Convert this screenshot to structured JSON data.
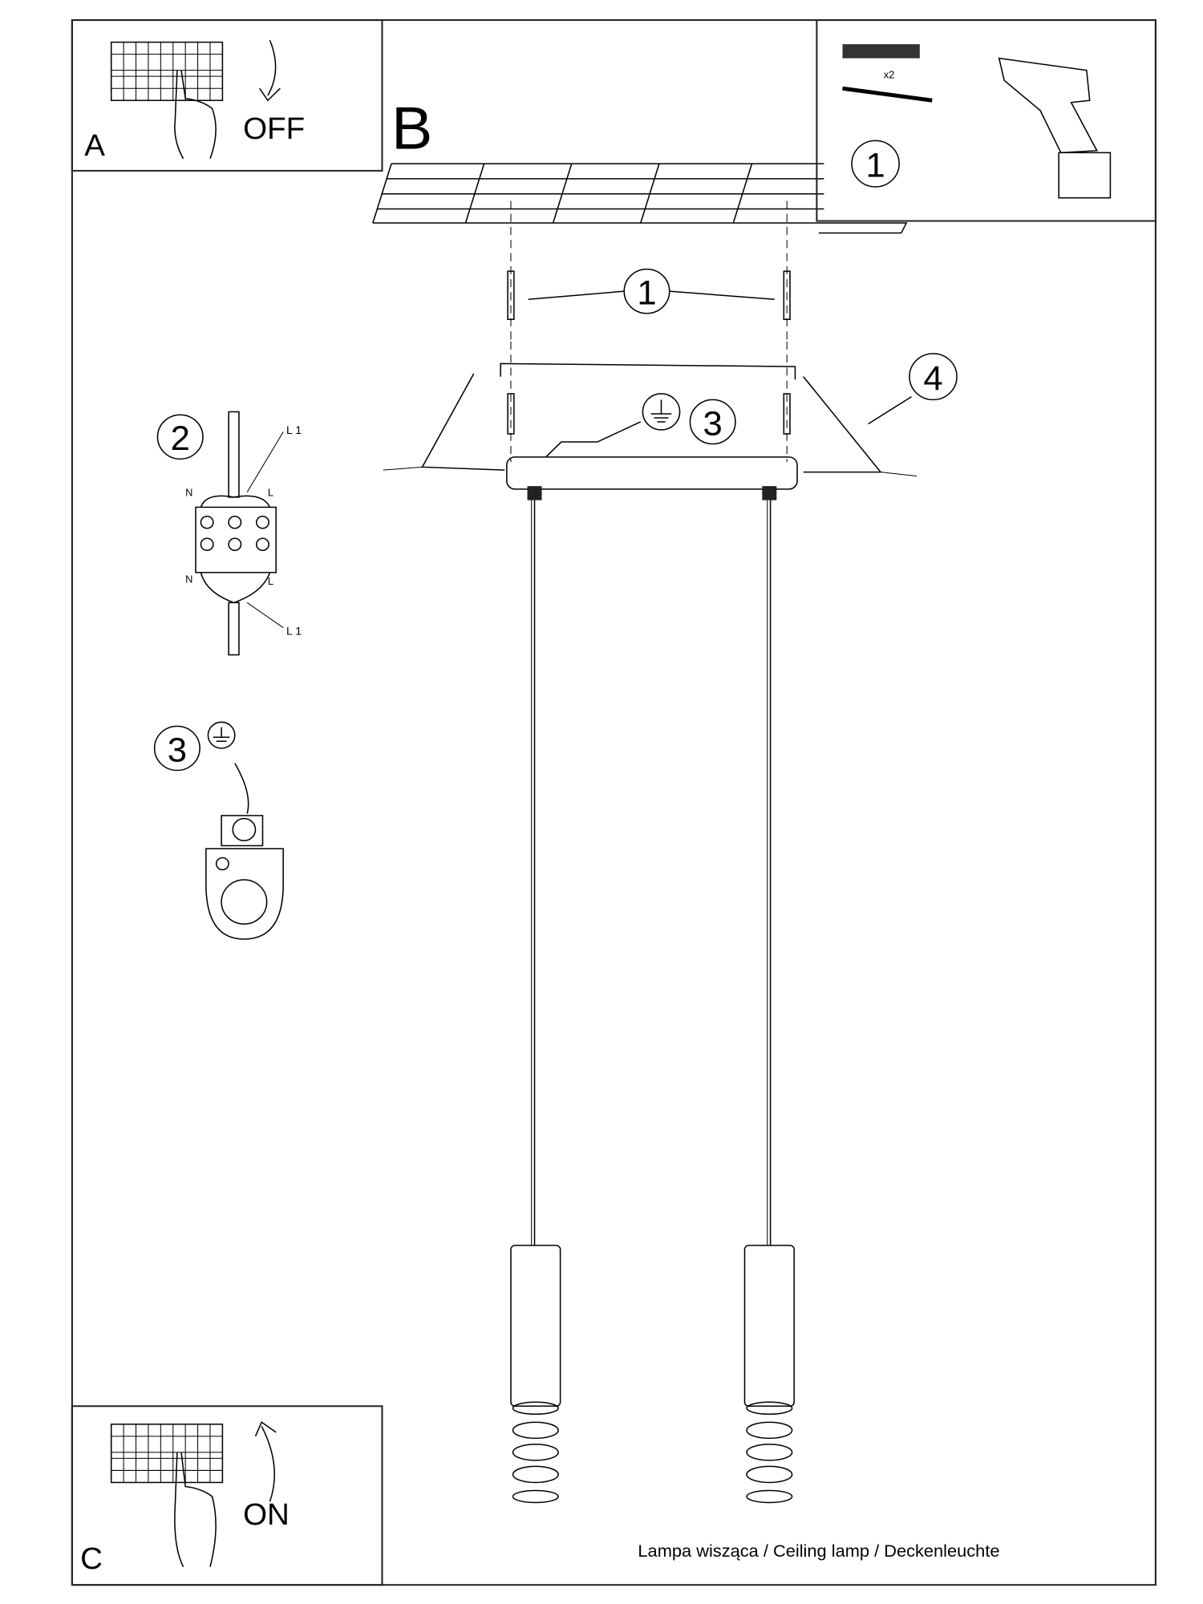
{
  "panels": {
    "a": {
      "letter": "A",
      "label": "OFF"
    },
    "b": {
      "letter": "B"
    },
    "c": {
      "letter": "C",
      "label": "ON"
    }
  },
  "tools": {
    "step": "1",
    "quantity": "x2"
  },
  "callouts": {
    "anchors": "1",
    "ground": "3",
    "canopy": "4"
  },
  "wiring": {
    "step": "2",
    "l1_top": "L 1",
    "l1_bottom": "L 1",
    "n": "N",
    "l": "L"
  },
  "ground_detail": {
    "step": "3"
  },
  "caption": "Lampa wisząca / Ceiling lamp / Deckenleuchte"
}
